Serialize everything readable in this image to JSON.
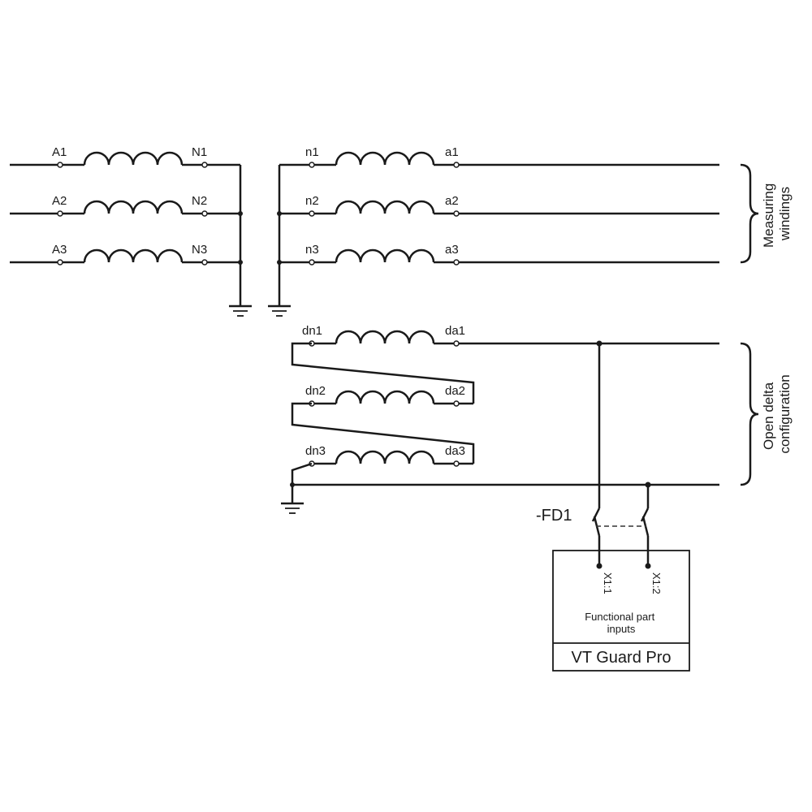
{
  "primary_windings": [
    {
      "start": "A1",
      "end": "N1"
    },
    {
      "start": "A2",
      "end": "N2"
    },
    {
      "start": "A3",
      "end": "N3"
    }
  ],
  "measuring_windings": [
    {
      "start": "n1",
      "end": "a1"
    },
    {
      "start": "n2",
      "end": "a2"
    },
    {
      "start": "n3",
      "end": "a3"
    }
  ],
  "open_delta_windings": [
    {
      "start": "dn1",
      "end": "da1"
    },
    {
      "start": "dn2",
      "end": "da2"
    },
    {
      "start": "dn3",
      "end": "da3"
    }
  ],
  "brace_labels": {
    "measuring": [
      "Measuring",
      "windings"
    ],
    "open_delta": [
      "Open delta",
      "configuration"
    ]
  },
  "switch": {
    "label": "-FD1"
  },
  "device": {
    "terminals": [
      "X1:1",
      "X1:2"
    ],
    "inputs_label": [
      "Functional part",
      "inputs"
    ],
    "name": "VT Guard Pro"
  }
}
